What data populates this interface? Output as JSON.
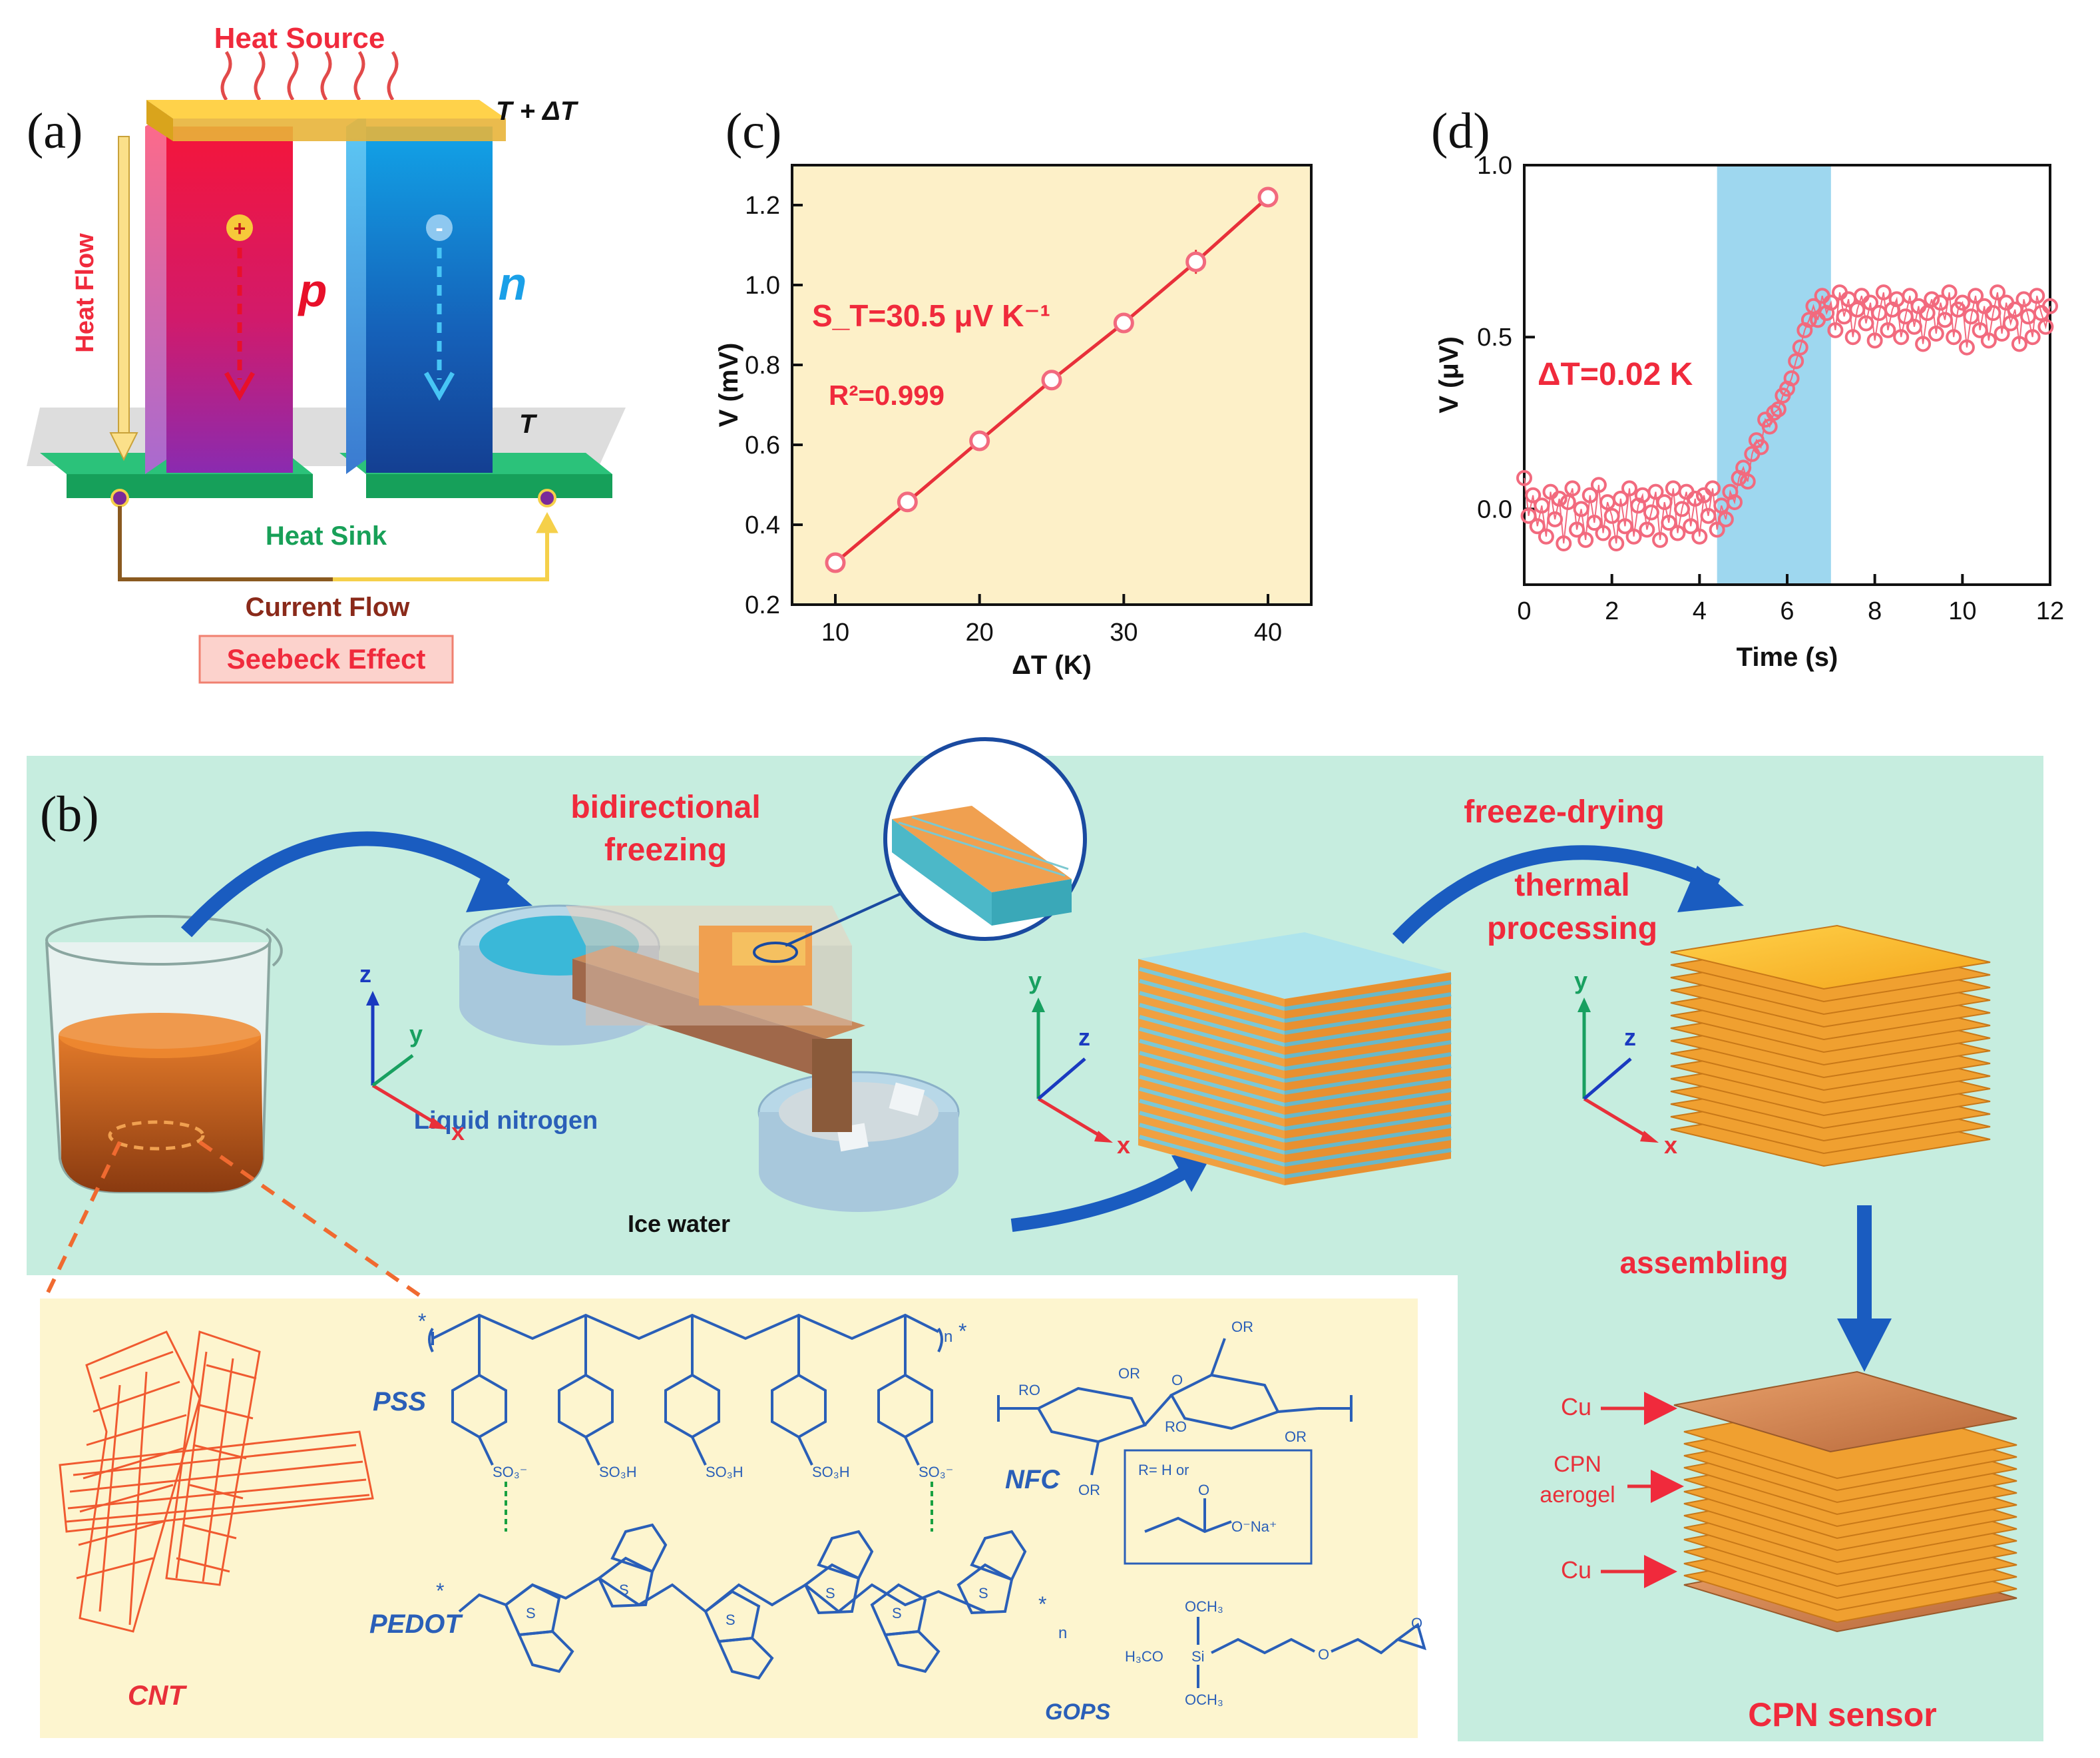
{
  "panel_labels": {
    "a": "(a)",
    "b": "(b)",
    "c": "(c)",
    "d": "(d)"
  },
  "panel_a": {
    "heat_source": "Heat Source",
    "t_plus": "T + ΔT",
    "t": "T",
    "heat_flow": "Heat Flow",
    "p": "p",
    "n": "n",
    "plus_sign": "+",
    "minus_sign": "-",
    "heat_sink": "Heat Sink",
    "current_flow": "Current Flow",
    "seebeck": "Seebeck Effect"
  },
  "panel_b": {
    "bidirectional": "bidirectional",
    "freezing": "freezing",
    "liquid_nitrogen": "Liquid nitrogen",
    "ice_water": "Ice water",
    "freeze_drying": "freeze-drying",
    "thermal": "thermal",
    "processing": "processing",
    "assembling": "assembling",
    "cu_top": "Cu",
    "cpn_label_1": "CPN",
    "cpn_label_2": "aerogel",
    "cu_bottom": "Cu",
    "cpn_sensor": "CPN sensor",
    "axes1": {
      "z": "z",
      "y": "y",
      "x": "x"
    },
    "axes2": {
      "y": "y",
      "z": "z",
      "x": "x"
    },
    "axes3": {
      "y": "y",
      "z": "z",
      "x": "x"
    },
    "cnt": "CNT",
    "pss": "PSS",
    "pedot": "PEDOT",
    "nfc": "NFC",
    "gops": "GOPS",
    "r_def_1": "R= H or",
    "so3h": "SO₃H",
    "so3m": "SO₃⁻",
    "or": "OR",
    "ro": "RO",
    "ona": "O⁻Na⁺",
    "o": "O",
    "s": "S",
    "n_sub": "n",
    "star": "*",
    "h3co": "H₃CO",
    "si": "Si",
    "och3": "OCH₃"
  },
  "chart_data": [
    {
      "type": "line",
      "panel": "c",
      "xlabel": "ΔT (K)",
      "ylabel": "V (mV)",
      "xlim": [
        7,
        43
      ],
      "ylim": [
        0.2,
        1.3
      ],
      "xticks": [
        10,
        20,
        30,
        40
      ],
      "yticks": [
        0.2,
        0.4,
        0.6,
        0.8,
        1.0,
        1.2
      ],
      "x": [
        10,
        15,
        20,
        25,
        30,
        35,
        40
      ],
      "y": [
        0.305,
        0.457,
        0.61,
        0.762,
        0.905,
        1.058,
        1.22
      ],
      "yerr": [
        0.01,
        0.025,
        0.012,
        0.022,
        0.025,
        0.03,
        0.012
      ],
      "annotations": [
        "S_T=30.5 μV K⁻¹",
        "R²=0.999"
      ],
      "grid": false,
      "background": "#fdf0c8"
    },
    {
      "type": "scatter",
      "panel": "d",
      "xlabel": "Time (s)",
      "ylabel": "V (μV)",
      "xlim": [
        0,
        12
      ],
      "ylim": [
        -0.22,
        1.0
      ],
      "xticks": [
        0,
        2,
        4,
        6,
        8,
        10,
        12
      ],
      "yticks": [
        0.0,
        0.5,
        1.0
      ],
      "highlight_span": [
        4.4,
        7.0
      ],
      "annotations": [
        "ΔT=0.02 K"
      ],
      "x": [
        0.0,
        0.1,
        0.2,
        0.3,
        0.4,
        0.5,
        0.6,
        0.7,
        0.8,
        0.9,
        1.0,
        1.1,
        1.2,
        1.3,
        1.4,
        1.5,
        1.6,
        1.7,
        1.8,
        1.9,
        2.0,
        2.1,
        2.2,
        2.3,
        2.4,
        2.5,
        2.6,
        2.7,
        2.8,
        2.9,
        3.0,
        3.1,
        3.2,
        3.3,
        3.4,
        3.5,
        3.6,
        3.7,
        3.8,
        3.9,
        4.0,
        4.1,
        4.2,
        4.3,
        4.4,
        4.5,
        4.6,
        4.7,
        4.8,
        4.9,
        5.0,
        5.1,
        5.2,
        5.3,
        5.4,
        5.5,
        5.6,
        5.7,
        5.8,
        5.9,
        6.0,
        6.1,
        6.2,
        6.3,
        6.4,
        6.5,
        6.6,
        6.7,
        6.8,
        6.9,
        7.0,
        7.1,
        7.2,
        7.3,
        7.4,
        7.5,
        7.6,
        7.7,
        7.8,
        7.9,
        8.0,
        8.1,
        8.2,
        8.3,
        8.4,
        8.5,
        8.6,
        8.7,
        8.8,
        8.9,
        9.0,
        9.1,
        9.2,
        9.3,
        9.4,
        9.5,
        9.6,
        9.7,
        9.8,
        9.9,
        10.0,
        10.1,
        10.2,
        10.3,
        10.4,
        10.5,
        10.6,
        10.7,
        10.8,
        10.9,
        11.0,
        11.1,
        11.2,
        11.3,
        11.4,
        11.5,
        11.6,
        11.7,
        11.8,
        11.9,
        12.0
      ],
      "y": [
        0.09,
        -0.02,
        0.04,
        -0.05,
        0.01,
        -0.08,
        0.05,
        -0.03,
        0.03,
        -0.1,
        0.02,
        0.06,
        -0.06,
        0.0,
        -0.09,
        0.04,
        -0.04,
        0.07,
        -0.07,
        0.02,
        -0.02,
        -0.1,
        0.03,
        -0.05,
        0.06,
        -0.08,
        0.01,
        0.04,
        -0.06,
        -0.01,
        0.05,
        -0.09,
        0.02,
        -0.04,
        0.06,
        -0.07,
        0.0,
        0.05,
        -0.05,
        0.03,
        -0.08,
        0.04,
        -0.02,
        0.06,
        -0.06,
        0.01,
        -0.03,
        0.05,
        0.02,
        0.09,
        0.12,
        0.08,
        0.16,
        0.2,
        0.18,
        0.26,
        0.24,
        0.28,
        0.29,
        0.33,
        0.35,
        0.38,
        0.43,
        0.47,
        0.52,
        0.55,
        0.59,
        0.55,
        0.62,
        0.57,
        0.6,
        0.52,
        0.63,
        0.56,
        0.61,
        0.5,
        0.58,
        0.62,
        0.54,
        0.6,
        0.49,
        0.57,
        0.63,
        0.52,
        0.58,
        0.61,
        0.5,
        0.56,
        0.62,
        0.53,
        0.59,
        0.48,
        0.57,
        0.61,
        0.51,
        0.6,
        0.55,
        0.63,
        0.5,
        0.58,
        0.6,
        0.47,
        0.56,
        0.62,
        0.52,
        0.59,
        0.49,
        0.57,
        0.63,
        0.51,
        0.6,
        0.54,
        0.58,
        0.48,
        0.61,
        0.56,
        0.5,
        0.62,
        0.57,
        0.53,
        0.59
      ]
    }
  ],
  "colors": {
    "accent_red": "#f02a3c",
    "accent_blue": "#2a5fb8",
    "panel_b_bg": "#c6eddf",
    "chem_bg": "#fdf5cf",
    "highlight_blue": "#9ed7ef",
    "marker": "#f26a7e"
  }
}
